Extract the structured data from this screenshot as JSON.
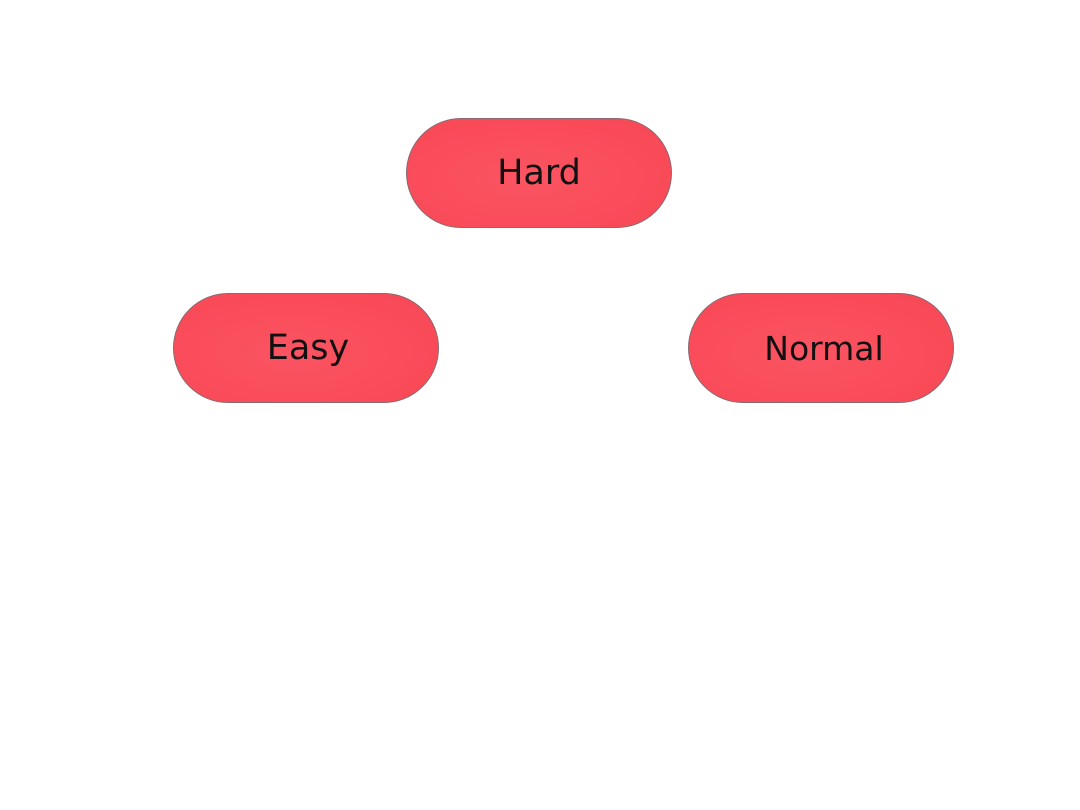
{
  "difficulty_menu": {
    "options": [
      {
        "id": "hard",
        "label": "Hard"
      },
      {
        "id": "easy",
        "label": "Easy"
      },
      {
        "id": "normal",
        "label": "Normal"
      }
    ]
  },
  "colors": {
    "button_fill": "#f94a58",
    "button_border": "#8a6a70",
    "label_text": "#111111",
    "background": "#ffffff"
  }
}
